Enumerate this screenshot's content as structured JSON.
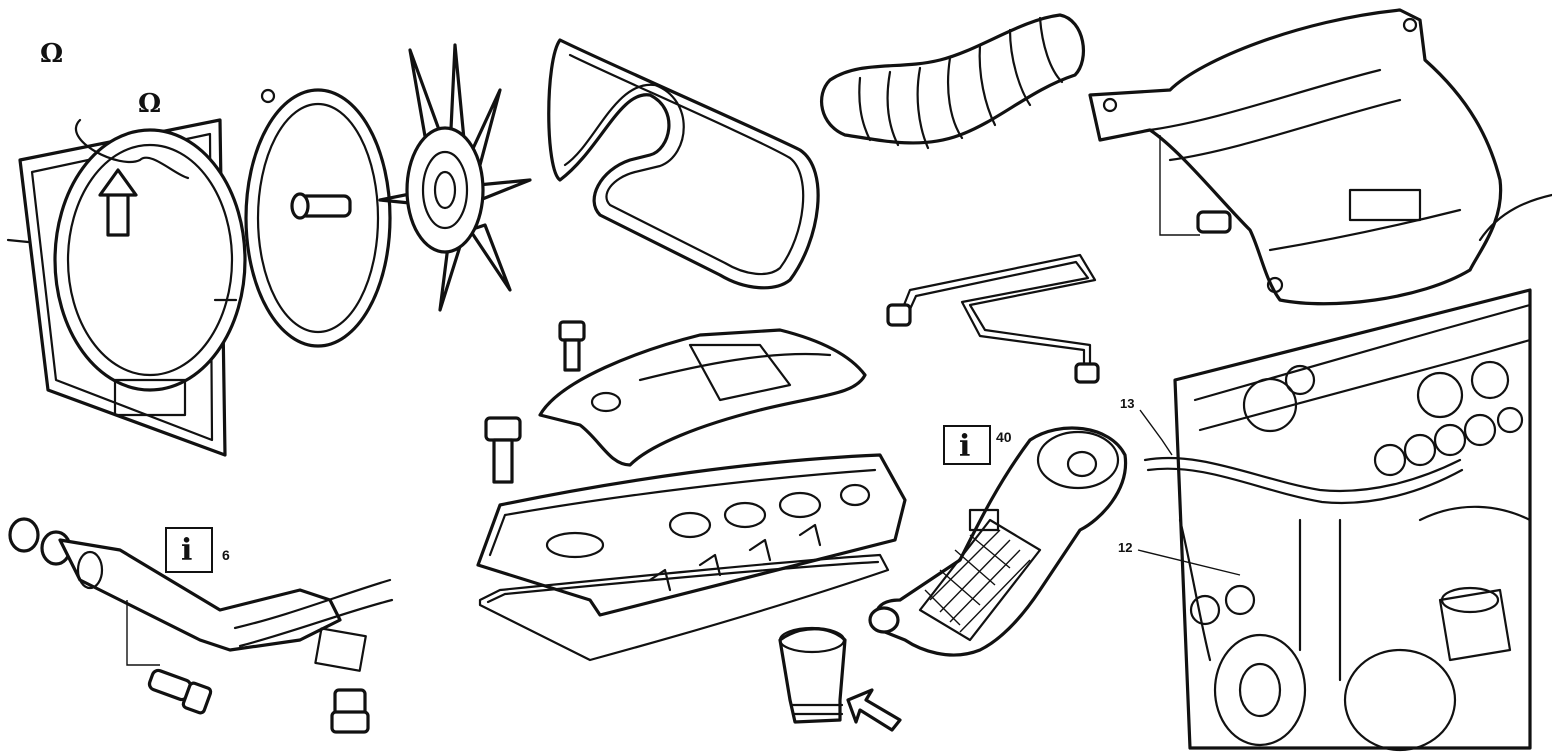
{
  "symbols": {
    "special_tool_glyph": "Ω"
  },
  "info_labels": [
    {
      "letter": "i",
      "number": "6"
    },
    {
      "letter": "i",
      "number": "40"
    }
  ],
  "callouts": [
    {
      "number": "13"
    },
    {
      "number": "12"
    }
  ]
}
